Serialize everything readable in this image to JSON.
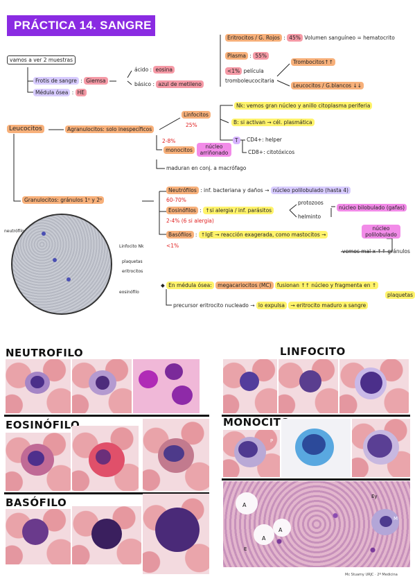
{
  "title": "PRÁCTICA 14. SANGRE",
  "intro": {
    "header": "vamos a ver 2 muestras",
    "frotis": "Frotis de sangre",
    "giemsa": "Giemsa",
    "acido": "ácido",
    "eosina": "eosina",
    "basico": "básico",
    "azul": "azul de metileno",
    "medula": "Médula ósea",
    "he": "HE"
  },
  "right_notes": {
    "eritrocitos": "Eritrocitos / G. Rojos",
    "pct45": "45%",
    "volumen": "Volumen sanguíneo = hematocrito",
    "plasma": "Plasma",
    "pct55": "55%",
    "lt1": "<1%",
    "pelicula": "película",
    "trombo_leuco": "tromboleucocitaria",
    "trombocitos": "Trombocitos↑↑",
    "leucocitos_blancos": "Leucocitos / G.blancos ↓↓"
  },
  "leucocitos": {
    "label": "Leucocitos",
    "agranulocitos": "Agranulocitos: solo inespecíficos",
    "linfocitos": "Linfocitos",
    "pct25": "25%",
    "nk": "Nk: vemos gran núcleo y anillo citoplasma periferia",
    "b": "B: si activan → cél. plasmática",
    "t": "T",
    "cd4": "CD4+: helper",
    "cd8": "CD8+: citotóxicos",
    "pct28": "2-8%",
    "monocitos": "monocitos",
    "nucleo_arr": "núcleo arriñonado",
    "maduran": "maduran en conj. a macrófago",
    "granulocitos": "Granulocitos: gránulos 1ᵒ y 2ᵒ",
    "neutrofilos": "Neutrófilos",
    "neutro_desc": "inf. bacteriana y daños →",
    "nucleo_polilob": "núcleo polilobulado (hasta 4)",
    "pct6070": "60-70%",
    "eosinofilos": "Eosinófilos",
    "eosino_desc": "↑si alergia / inf. parásitos",
    "protozoos": "protozoos",
    "helminto": "helminto",
    "nucleo_bilob": "núcleo bilobulado (gafas)",
    "pct24": "2-4% (6 si alergia)",
    "basofilos": "Basófilos",
    "baso_desc": "↑IgE → reacción exagerada, como mastocitos →",
    "nucleo_polilob2": "núcleo polilobulado",
    "lt1b": "<1%",
    "vemos_mal": "vemos mal x ↑↑ gránulos"
  },
  "diagram_labels": {
    "neutrofilo": "neutrófilo",
    "linfocito_nk": "Linfocito Nk",
    "plaquetas": "plaquetas",
    "eritrocitos": "eritrocitos",
    "eosinofilo": "eosinófilo"
  },
  "medula_note": {
    "lead": "En médula ósea:",
    "mega": "megacariocitos (MC)",
    "fusionan": "fusionan ↑↑ núcleo y fragmenta en ↑",
    "plaquetas": "plaquetas",
    "precursor": "precursor eritrocito nucleado →",
    "expulsa": "lo expulsa",
    "maduro": "→ eritrocito maduro a sangre"
  },
  "sections": {
    "neutrofilo": "NEUTROFILO",
    "linfocito": "LINFOCITO",
    "eosinofilo": "EOSINÓFILO",
    "monocito": "MONOCITO",
    "basofilo": "BASÓFILO"
  },
  "photo_labels": {
    "a1": "A",
    "a2": "A",
    "a3": "A",
    "ey": "Ey",
    "m": "M",
    "e": "E",
    "p": "P"
  },
  "footer": "Mc Stuamy URJC · 2º Medicina"
}
